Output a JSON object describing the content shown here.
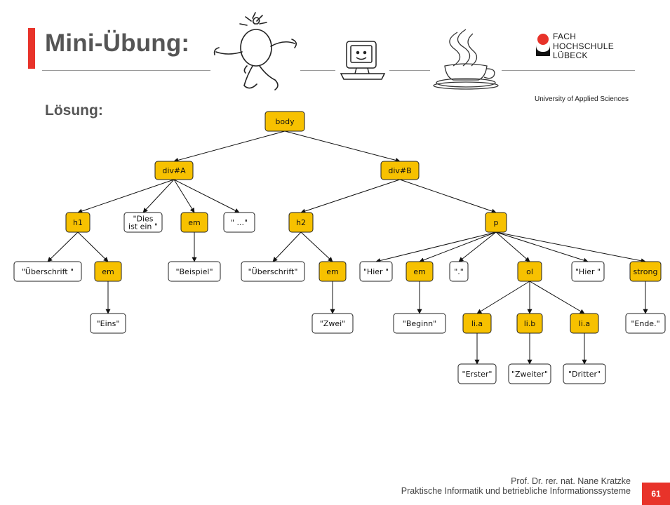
{
  "slide": {
    "title": "Mini-Übung:",
    "subtitle": "Lösung:",
    "page_number": "61",
    "footer_author": "Prof. Dr. rer. nat. Nane Kratzke",
    "footer_course": "Praktische Informatik und betriebliche Informationssysteme"
  },
  "logo": {
    "line1": "FACH",
    "line2": "HOCHSCHULE",
    "line3": "LÜBECK",
    "tagline": "University of Applied Sciences",
    "accent_color": "#e8332a"
  },
  "colors": {
    "element_fill": "#f7c100",
    "text_fill": "#ffffff",
    "accent": "#e8332a"
  },
  "icons": [
    "thinking-figure-icon",
    "computer-icon",
    "java-coffee-cup-icon"
  ],
  "tree": {
    "nodes": [
      {
        "id": "body",
        "kind": "element",
        "label": "body"
      },
      {
        "id": "divA",
        "kind": "element",
        "label": "div#A"
      },
      {
        "id": "divB",
        "kind": "element",
        "label": "div#B"
      },
      {
        "id": "h1",
        "kind": "element",
        "label": "h1"
      },
      {
        "id": "dies",
        "kind": "text",
        "label": "\"Dies\nist ein \""
      },
      {
        "id": "em1",
        "kind": "element",
        "label": "em"
      },
      {
        "id": "dots",
        "kind": "text",
        "label": "\" ...\""
      },
      {
        "id": "h2",
        "kind": "element",
        "label": "h2"
      },
      {
        "id": "p",
        "kind": "element",
        "label": "p"
      },
      {
        "id": "ueb1",
        "kind": "text",
        "label": "\"Überschrift \""
      },
      {
        "id": "em_h1",
        "kind": "element",
        "label": "em"
      },
      {
        "id": "beispiel",
        "kind": "text",
        "label": "\"Beispiel\""
      },
      {
        "id": "ueb2",
        "kind": "text",
        "label": "\"Überschrift\""
      },
      {
        "id": "em_h2",
        "kind": "element",
        "label": "em"
      },
      {
        "id": "hier1",
        "kind": "text",
        "label": "\"Hier \""
      },
      {
        "id": "em_p",
        "kind": "element",
        "label": "em"
      },
      {
        "id": "dot",
        "kind": "text",
        "label": "\".\""
      },
      {
        "id": "ol",
        "kind": "element",
        "label": "ol"
      },
      {
        "id": "hier2",
        "kind": "text",
        "label": "\"Hier \""
      },
      {
        "id": "strong",
        "kind": "element",
        "label": "strong"
      },
      {
        "id": "eins",
        "kind": "text",
        "label": "\"Eins\""
      },
      {
        "id": "zwei",
        "kind": "text",
        "label": "\"Zwei\""
      },
      {
        "id": "beginn",
        "kind": "text",
        "label": "\"Beginn\""
      },
      {
        "id": "lia1",
        "kind": "element",
        "label": "li.a"
      },
      {
        "id": "lib",
        "kind": "element",
        "label": "li.b"
      },
      {
        "id": "lia2",
        "kind": "element",
        "label": "li.a"
      },
      {
        "id": "ende",
        "kind": "text",
        "label": "\"Ende.\""
      },
      {
        "id": "erster",
        "kind": "text",
        "label": "\"Erster\""
      },
      {
        "id": "zweiter",
        "kind": "text",
        "label": "\"Zweiter\""
      },
      {
        "id": "dritter",
        "kind": "text",
        "label": "\"Dritter\""
      }
    ],
    "edges": [
      [
        "body",
        "divA"
      ],
      [
        "body",
        "divB"
      ],
      [
        "divA",
        "h1"
      ],
      [
        "divA",
        "dies"
      ],
      [
        "divA",
        "em1"
      ],
      [
        "divA",
        "dots"
      ],
      [
        "divB",
        "h2"
      ],
      [
        "divB",
        "p"
      ],
      [
        "h1",
        "ueb1"
      ],
      [
        "h1",
        "em_h1"
      ],
      [
        "em_h1",
        "eins"
      ],
      [
        "em1",
        "beispiel"
      ],
      [
        "h2",
        "ueb2"
      ],
      [
        "h2",
        "em_h2"
      ],
      [
        "em_h2",
        "zwei"
      ],
      [
        "p",
        "hier1"
      ],
      [
        "p",
        "em_p"
      ],
      [
        "p",
        "dot"
      ],
      [
        "p",
        "ol"
      ],
      [
        "p",
        "hier2"
      ],
      [
        "p",
        "strong"
      ],
      [
        "em_p",
        "beginn"
      ],
      [
        "ol",
        "lia1"
      ],
      [
        "ol",
        "lib"
      ],
      [
        "ol",
        "lia2"
      ],
      [
        "lia1",
        "erster"
      ],
      [
        "lib",
        "zweiter"
      ],
      [
        "lia2",
        "dritter"
      ],
      [
        "strong",
        "ende"
      ]
    ]
  }
}
